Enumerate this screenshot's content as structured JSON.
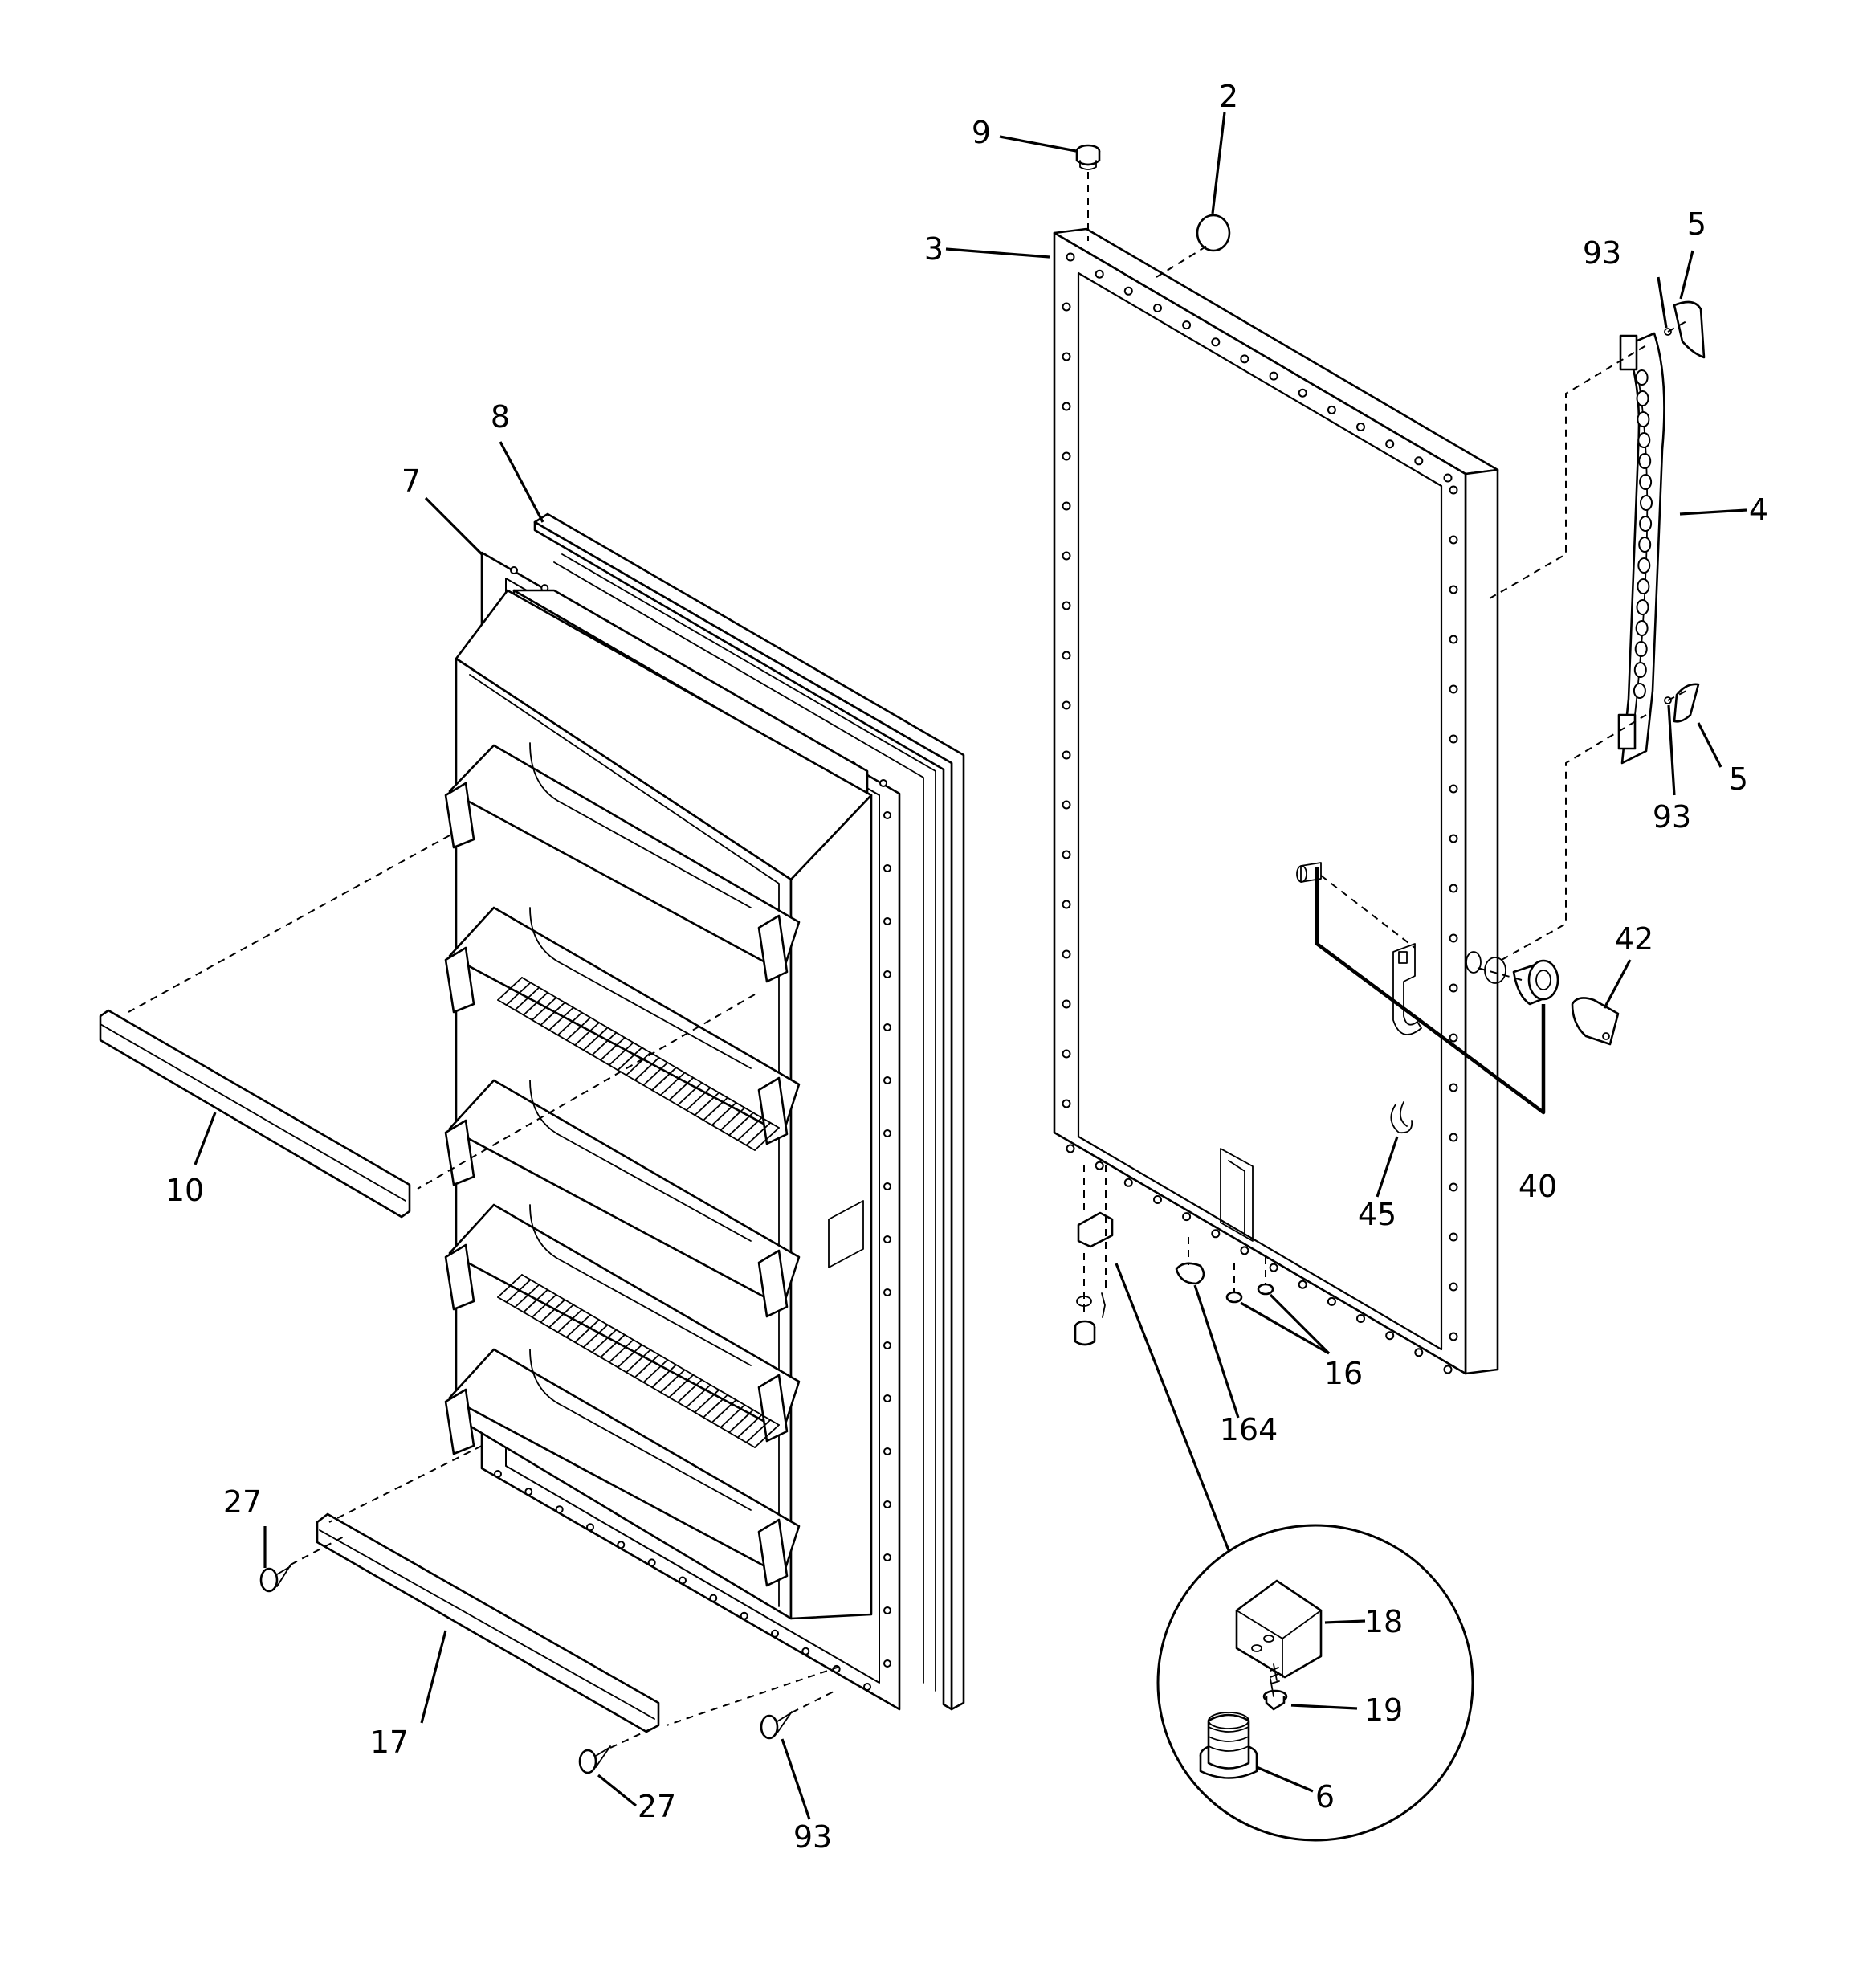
{
  "colors": {
    "line": "#000000",
    "background": "#ffffff"
  },
  "callouts": [
    {
      "id": "c2",
      "text": "2",
      "part": "gasket-plug"
    },
    {
      "id": "c3",
      "text": "3",
      "part": "outer-door-panel"
    },
    {
      "id": "c4",
      "text": "4",
      "part": "door-handle"
    },
    {
      "id": "c5a",
      "text": "5",
      "part": "handle-end-cap-top"
    },
    {
      "id": "c5b",
      "text": "5",
      "part": "handle-end-cap-bottom"
    },
    {
      "id": "c6",
      "text": "6",
      "part": "hinge-bushing"
    },
    {
      "id": "c7",
      "text": "7",
      "part": "inner-door-liner"
    },
    {
      "id": "c8",
      "text": "8",
      "part": "door-gasket"
    },
    {
      "id": "c9",
      "text": "9",
      "part": "top-hinge-bushing"
    },
    {
      "id": "c10",
      "text": "10",
      "part": "shelf-rail-upper"
    },
    {
      "id": "c16",
      "text": "16",
      "part": "plug-buttons"
    },
    {
      "id": "c17",
      "text": "17",
      "part": "shelf-rail-lower"
    },
    {
      "id": "c18",
      "text": "18",
      "part": "bottom-hinge-bracket"
    },
    {
      "id": "c19",
      "text": "19",
      "part": "hinge-screw"
    },
    {
      "id": "c27a",
      "text": "27",
      "part": "rail-screw-left"
    },
    {
      "id": "c27b",
      "text": "27",
      "part": "rail-screw-right"
    },
    {
      "id": "c40",
      "text": "40",
      "part": "lock-kit"
    },
    {
      "id": "c42",
      "text": "42",
      "part": "lock-key"
    },
    {
      "id": "c45",
      "text": "45",
      "part": "cable-clip"
    },
    {
      "id": "c93a",
      "text": "93",
      "part": "handle-screw-top"
    },
    {
      "id": "c93b",
      "text": "93",
      "part": "handle-screw-bottom"
    },
    {
      "id": "c93c",
      "text": "93",
      "part": "liner-screw"
    },
    {
      "id": "c164",
      "text": "164",
      "part": "door-stop"
    }
  ]
}
